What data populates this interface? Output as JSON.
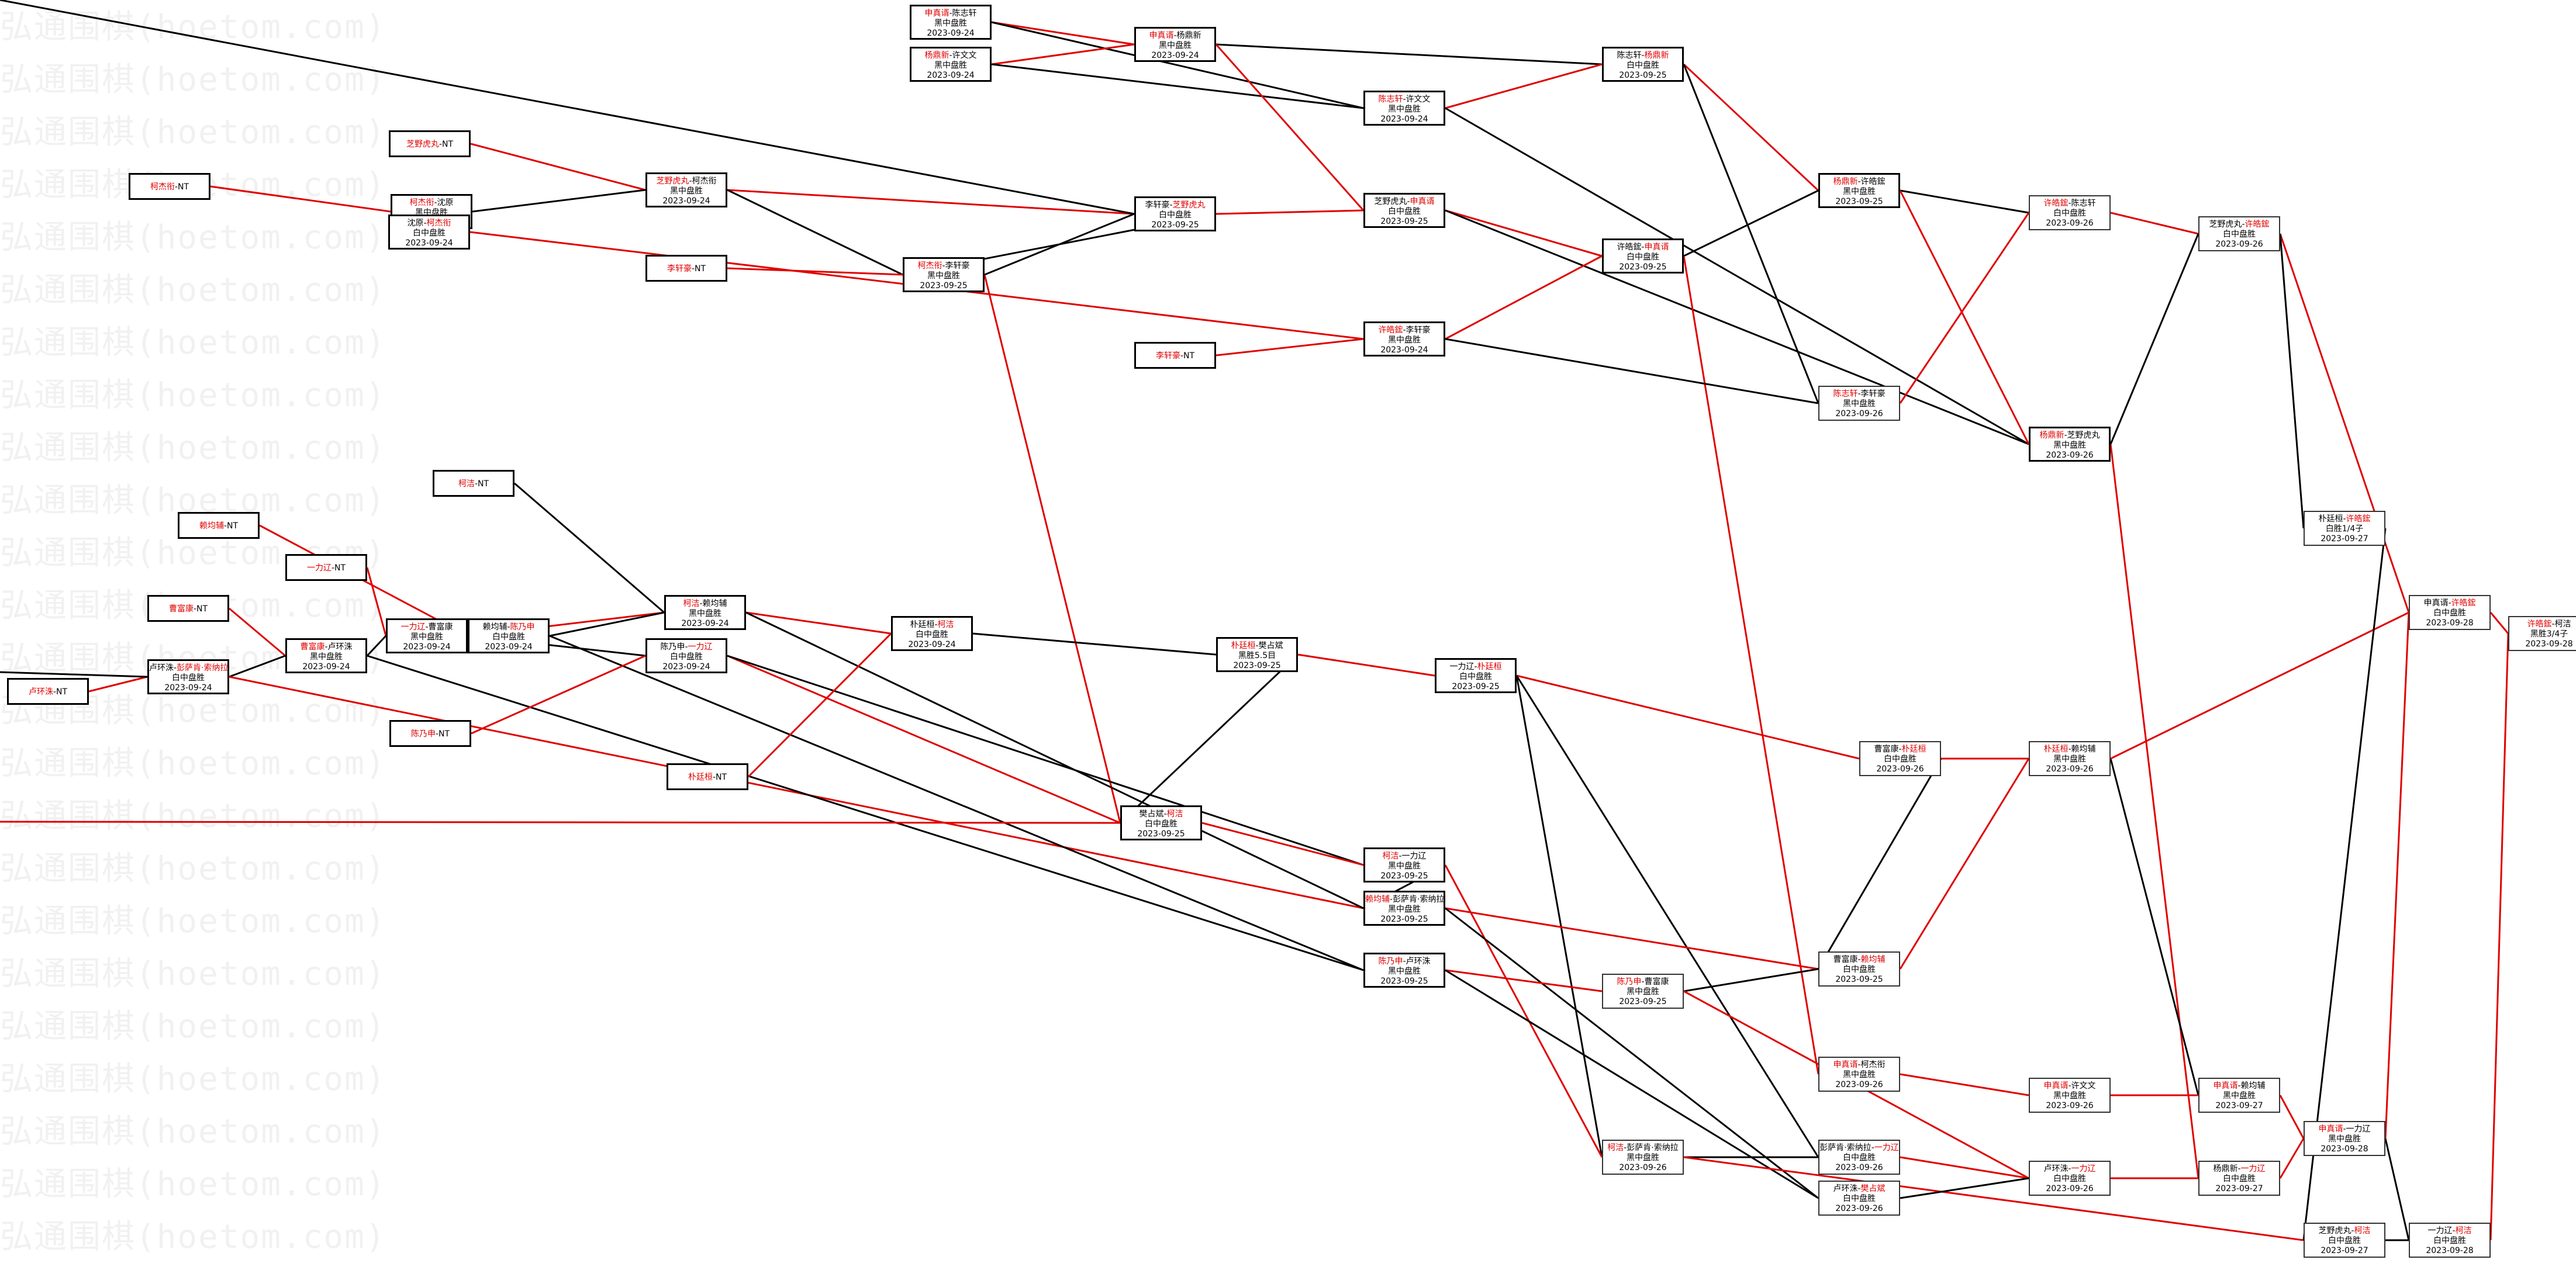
{
  "watermark": "弘通围棋(hoetom.com)",
  "colors": {
    "win": "#e00000",
    "line": "#000000"
  },
  "games": [
    {
      "id": "g1",
      "names": [
        "申真谞",
        "陈志轩"
      ],
      "winner": 0,
      "result": "黑中盘胜",
      "date": "2023-09-24"
    },
    {
      "id": "g2",
      "names": [
        "杨鼎新",
        "许文文"
      ],
      "winner": 0,
      "result": "黑中盘胜",
      "date": "2023-09-24"
    },
    {
      "id": "g3",
      "names": [
        "申真谞",
        "杨鼎新"
      ],
      "winner": 0,
      "result": "黑中盘胜",
      "date": "2023-09-24"
    },
    {
      "id": "g4",
      "names": [
        "陈志轩",
        "许文文"
      ],
      "winner": 0,
      "result": "黑中盘胜",
      "date": "2023-09-24"
    },
    {
      "id": "g5",
      "names": [
        "陈志轩",
        "杨鼎新"
      ],
      "winner": 1,
      "result": "白中盘胜",
      "date": "2023-09-25"
    },
    {
      "id": "g6",
      "names": [
        "芝野虎丸",
        "NT"
      ],
      "winner": 0,
      "result": "",
      "date": ""
    },
    {
      "id": "g7",
      "names": [
        "芝野虎丸",
        "柯杰衔"
      ],
      "winner": 0,
      "result": "黑中盘胜",
      "date": "2023-09-24"
    },
    {
      "id": "g8",
      "names": [
        "柯杰衔",
        "NT"
      ],
      "winner": 0,
      "result": "",
      "date": ""
    },
    {
      "id": "g9",
      "names": [
        "柯杰衔",
        "沈原"
      ],
      "winner": 0,
      "result": "黑中盘胜",
      "date": "2023-09-24"
    },
    {
      "id": "g10",
      "names": [
        "沈原",
        "柯杰衔"
      ],
      "winner": 1,
      "result": "白中盘胜",
      "date": "2023-09-24"
    },
    {
      "id": "g11",
      "names": [
        "李轩豪",
        "芝野虎丸"
      ],
      "winner": 1,
      "result": "白中盘胜",
      "date": "2023-09-25"
    },
    {
      "id": "g12",
      "names": [
        "芝野虎丸",
        "申真谞"
      ],
      "winner": 1,
      "result": "白中盘胜",
      "date": "2023-09-25"
    },
    {
      "id": "g13",
      "names": [
        "杨鼎新",
        "许皓鋐"
      ],
      "winner": 0,
      "result": "黑中盘胜",
      "date": "2023-09-25"
    },
    {
      "id": "g14",
      "names": [
        "许皓鋐",
        "陈志轩"
      ],
      "winner": 0,
      "result": "白中盘胜",
      "date": "2023-09-26"
    },
    {
      "id": "g15",
      "names": [
        "芝野虎丸",
        "许皓鋐"
      ],
      "winner": 1,
      "result": "白中盘胜",
      "date": "2023-09-26"
    },
    {
      "id": "g16",
      "names": [
        "李轩豪",
        "NT"
      ],
      "winner": 0,
      "result": "",
      "date": ""
    },
    {
      "id": "g17",
      "names": [
        "柯杰衔",
        "李轩豪"
      ],
      "winner": 0,
      "result": "黑中盘胜",
      "date": "2023-09-25"
    },
    {
      "id": "g18",
      "names": [
        "许皓鋐",
        "申真谞"
      ],
      "winner": 1,
      "result": "白中盘胜",
      "date": "2023-09-25"
    },
    {
      "id": "g19",
      "names": [
        "李轩豪",
        "NT"
      ],
      "winner": 0,
      "result": "",
      "date": ""
    },
    {
      "id": "g20",
      "names": [
        "许皓鋐",
        "李轩豪"
      ],
      "winner": 0,
      "result": "黑中盘胜",
      "date": "2023-09-24"
    },
    {
      "id": "g21",
      "names": [
        "陈志轩",
        "李轩豪"
      ],
      "winner": 0,
      "result": "黑中盘胜",
      "date": "2023-09-26"
    },
    {
      "id": "g22",
      "names": [
        "杨鼎新",
        "芝野虎丸"
      ],
      "winner": 0,
      "result": "黑中盘胜",
      "date": "2023-09-26"
    },
    {
      "id": "g23",
      "names": [
        "柯洁",
        "NT"
      ],
      "winner": 0,
      "result": "",
      "date": ""
    },
    {
      "id": "g24",
      "names": [
        "赖均辅",
        "NT"
      ],
      "winner": 0,
      "result": "",
      "date": ""
    },
    {
      "id": "g25",
      "names": [
        "一力辽",
        "NT"
      ],
      "winner": 0,
      "result": "",
      "date": ""
    },
    {
      "id": "g26",
      "names": [
        "曹富康",
        "NT"
      ],
      "winner": 0,
      "result": "",
      "date": ""
    },
    {
      "id": "g27",
      "names": [
        "卢环洙",
        "NT"
      ],
      "winner": 0,
      "result": "",
      "date": ""
    },
    {
      "id": "g28",
      "names": [
        "卢环洙",
        "彭萨肯·索纳拉"
      ],
      "winner": 1,
      "result": "白中盘胜",
      "date": "2023-09-24"
    },
    {
      "id": "g29",
      "names": [
        "曹富康",
        "卢环洙"
      ],
      "winner": 0,
      "result": "黑中盘胜",
      "date": "2023-09-24"
    },
    {
      "id": "g30",
      "names": [
        "一力辽",
        "曹富康"
      ],
      "winner": 0,
      "result": "黑中盘胜",
      "date": "2023-09-24"
    },
    {
      "id": "g31",
      "names": [
        "赖均辅",
        "陈乃申"
      ],
      "winner": 1,
      "result": "白中盘胜",
      "date": "2023-09-24"
    },
    {
      "id": "g32",
      "names": [
        "柯洁",
        "赖均辅"
      ],
      "winner": 0,
      "result": "黑中盘胜",
      "date": "2023-09-24"
    },
    {
      "id": "g33",
      "names": [
        "陈乃申",
        "一力辽"
      ],
      "winner": 1,
      "result": "白中盘胜",
      "date": "2023-09-24"
    },
    {
      "id": "g34",
      "names": [
        "陈乃申",
        "NT"
      ],
      "winner": 0,
      "result": "",
      "date": ""
    },
    {
      "id": "g35",
      "names": [
        "朴廷桓",
        "柯洁"
      ],
      "winner": 1,
      "result": "白中盘胜",
      "date": "2023-09-24"
    },
    {
      "id": "g36",
      "names": [
        "朴廷桓",
        "NT"
      ],
      "winner": 0,
      "result": "",
      "date": ""
    },
    {
      "id": "g37",
      "names": [
        "朴廷桓",
        "樊占斌"
      ],
      "winner": 0,
      "result": "黑胜5.5目",
      "date": "2023-09-25"
    },
    {
      "id": "g38",
      "names": [
        "樊占斌",
        "柯洁"
      ],
      "winner": 1,
      "result": "白中盘胜",
      "date": "2023-09-25"
    },
    {
      "id": "g39",
      "names": [
        "一力辽",
        "朴廷桓"
      ],
      "winner": 1,
      "result": "白中盘胜",
      "date": "2023-09-25"
    },
    {
      "id": "g40",
      "names": [
        "柯洁",
        "一力辽"
      ],
      "winner": 0,
      "result": "黑中盘胜",
      "date": "2023-09-25"
    },
    {
      "id": "g41",
      "names": [
        "赖均辅",
        "彭萨肯·索纳拉"
      ],
      "winner": 0,
      "result": "黑中盘胜",
      "date": "2023-09-25"
    },
    {
      "id": "g42",
      "names": [
        "陈乃申",
        "卢环洙"
      ],
      "winner": 0,
      "result": "黑中盘胜",
      "date": "2023-09-25"
    },
    {
      "id": "g43",
      "names": [
        "曹富康",
        "朴廷桓"
      ],
      "winner": 1,
      "result": "白中盘胜",
      "date": "2023-09-26"
    },
    {
      "id": "g44",
      "names": [
        "朴廷桓",
        "赖均辅"
      ],
      "winner": 0,
      "result": "黑中盘胜",
      "date": "2023-09-26"
    },
    {
      "id": "g45",
      "names": [
        "陈乃申",
        "曹富康"
      ],
      "winner": 0,
      "result": "黑中盘胜",
      "date": "2023-09-25"
    },
    {
      "id": "g46",
      "names": [
        "曹富康",
        "赖均辅"
      ],
      "winner": 1,
      "result": "白中盘胜",
      "date": "2023-09-25"
    },
    {
      "id": "g47",
      "names": [
        "申真谞",
        "柯杰衔"
      ],
      "winner": 0,
      "result": "黑中盘胜",
      "date": "2023-09-26"
    },
    {
      "id": "g48",
      "names": [
        "申真谞",
        "许文文"
      ],
      "winner": 0,
      "result": "黑中盘胜",
      "date": "2023-09-26"
    },
    {
      "id": "g49",
      "names": [
        "申真谞",
        "赖均辅"
      ],
      "winner": 0,
      "result": "黑中盘胜",
      "date": "2023-09-27"
    },
    {
      "id": "g50",
      "names": [
        "柯洁",
        "彭萨肯·索纳拉"
      ],
      "winner": 0,
      "result": "黑中盘胜",
      "date": "2023-09-26"
    },
    {
      "id": "g51",
      "names": [
        "彭萨肯·索纳拉",
        "一力辽"
      ],
      "winner": 1,
      "result": "白中盘胜",
      "date": "2023-09-26"
    },
    {
      "id": "g52",
      "names": [
        "卢环洙",
        "樊占斌"
      ],
      "winner": 1,
      "result": "白中盘胜",
      "date": "2023-09-26"
    },
    {
      "id": "g53",
      "names": [
        "卢环洙",
        "一力辽"
      ],
      "winner": 1,
      "result": "白中盘胜",
      "date": "2023-09-26"
    },
    {
      "id": "g54",
      "names": [
        "杨鼎新",
        "一力辽"
      ],
      "winner": 1,
      "result": "白中盘胜",
      "date": "2023-09-27"
    },
    {
      "id": "g55",
      "names": [
        "朴廷桓",
        "许皓鋐"
      ],
      "winner": 1,
      "result": "白胜1/4子",
      "date": "2023-09-27"
    },
    {
      "id": "g56",
      "names": [
        "申真谞",
        "一力辽"
      ],
      "winner": 0,
      "result": "黑中盘胜",
      "date": "2023-09-28"
    },
    {
      "id": "g57",
      "names": [
        "芝野虎丸",
        "柯洁"
      ],
      "winner": 1,
      "result": "白中盘胜",
      "date": "2023-09-27"
    },
    {
      "id": "g58",
      "names": [
        "一力辽",
        "柯洁"
      ],
      "winner": 1,
      "result": "白中盘胜",
      "date": "2023-09-28"
    },
    {
      "id": "g59",
      "names": [
        "申真谞",
        "许皓鋐"
      ],
      "winner": 1,
      "result": "白中盘胜",
      "date": "2023-09-28"
    },
    {
      "id": "g60",
      "names": [
        "许皓鋐",
        "柯洁"
      ],
      "winner": 0,
      "result": "黑胜3/4子",
      "date": "2023-09-28"
    }
  ]
}
